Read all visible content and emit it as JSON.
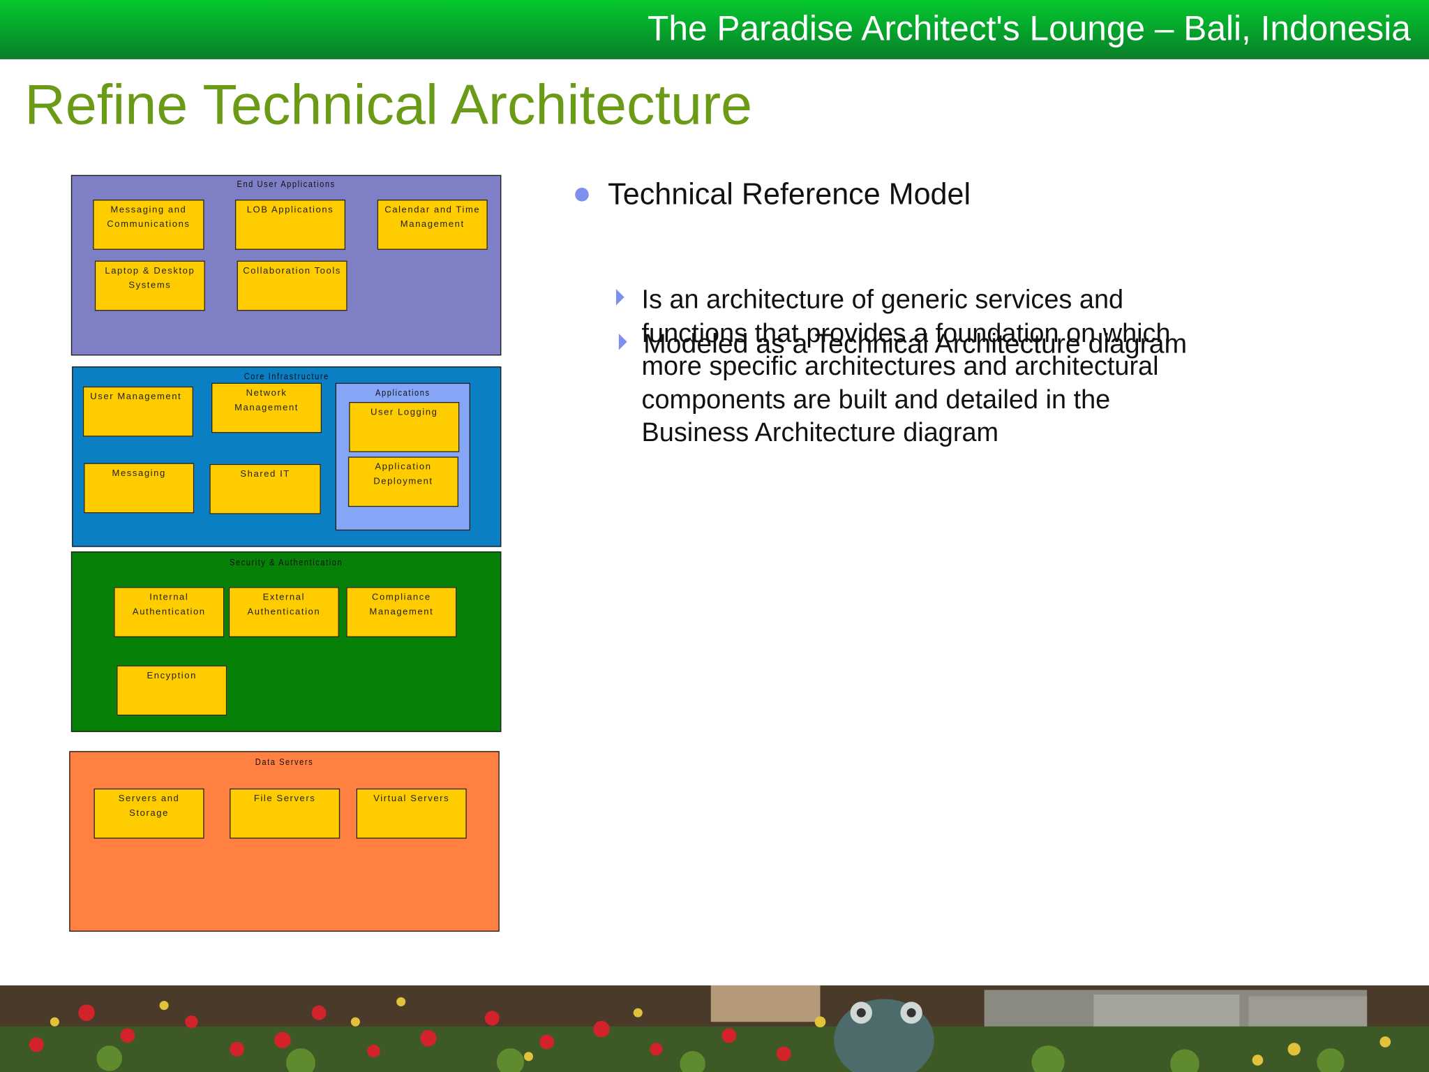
{
  "header": {
    "title": "The Paradise Architect's Lounge – Bali, Indonesia"
  },
  "slide": {
    "title": "Refine Technical Architecture"
  },
  "diagram": {
    "end_user": {
      "label": "End User Applications",
      "boxes": [
        "Messaging and\nCommunications",
        "LOB Applications",
        "Calendar and Time\nManagement",
        "Laptop & Desktop\nSystems",
        "Collaboration Tools"
      ]
    },
    "core": {
      "label": "Core Infrastructure",
      "boxes": [
        "User Management",
        "Network\nManagement",
        "Messaging",
        "Shared IT"
      ],
      "applications": {
        "label": "Applications",
        "boxes": [
          "User Logging",
          "Application\nDeployment"
        ]
      }
    },
    "security": {
      "label": "Security & Authentication",
      "boxes": [
        "Internal\nAuthentication",
        "External\nAuthentication",
        "Compliance\nManagement",
        "Encyption"
      ]
    },
    "data": {
      "label": "Data Servers",
      "boxes": [
        "Servers and\nStorage",
        "File Servers",
        "Virtual Servers"
      ]
    },
    "colors": {
      "end_user": "#7f7fc6",
      "core": "#0a7fc4",
      "applications": "#85a6f7",
      "security": "#078007",
      "data": "#ff8040",
      "box": "#ffcc00"
    }
  },
  "bullets": {
    "level1": "Technical Reference Model",
    "level2": [
      "Is an architecture of generic services and functions that provides a foundation on which more specific architectures and architectural components are built and detailed in the Business Architecture diagram",
      "Modeled as a Technical Architecture diagram"
    ]
  },
  "icons": {
    "bullet": "blue-dot-icon",
    "sub_bullet": "blue-triangle-icon"
  }
}
